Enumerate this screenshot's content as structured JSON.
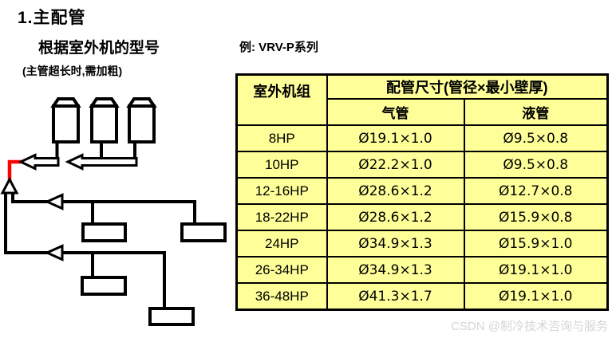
{
  "page": {
    "title": "1.主配管",
    "subtitle": "根据室外机的型号",
    "note": "(主管超长时,需加粗)",
    "example_label": "例: VRV-P系列",
    "watermark": "CSDN @制冷技术咨询与服务"
  },
  "table": {
    "unit_header": "室外机组",
    "size_header": "配管尺寸(管径×最小壁厚)",
    "gas_header": "气管",
    "liquid_header": "液管",
    "rows": [
      {
        "model": "8HP",
        "gas": "Ø19.1×1.0",
        "liquid": "Ø9.5×0.8"
      },
      {
        "model": "10HP",
        "gas": "Ø22.2×1.0",
        "liquid": "Ø9.5×0.8"
      },
      {
        "model": "12-16HP",
        "gas": "Ø28.6×1.2",
        "liquid": "Ø12.7×0.8"
      },
      {
        "model": "18-22HP",
        "gas": "Ø28.6×1.2",
        "liquid": "Ø15.9×0.8"
      },
      {
        "model": "24HP",
        "gas": "Ø34.9×1.3",
        "liquid": "Ø15.9×1.0"
      },
      {
        "model": "26-34HP",
        "gas": "Ø34.9×1.3",
        "liquid": "Ø19.1×1.0"
      },
      {
        "model": "36-48HP",
        "gas": "Ø41.3×1.7",
        "liquid": "Ø19.1×1.0"
      }
    ],
    "cell_bg": "#FFFF99",
    "border_color": "#000000"
  },
  "diagram": {
    "outdoor_unit_count": 3,
    "indoor_unit_count": 4,
    "main_pipe_color": "#FF0000",
    "pipe_color": "#000000"
  }
}
